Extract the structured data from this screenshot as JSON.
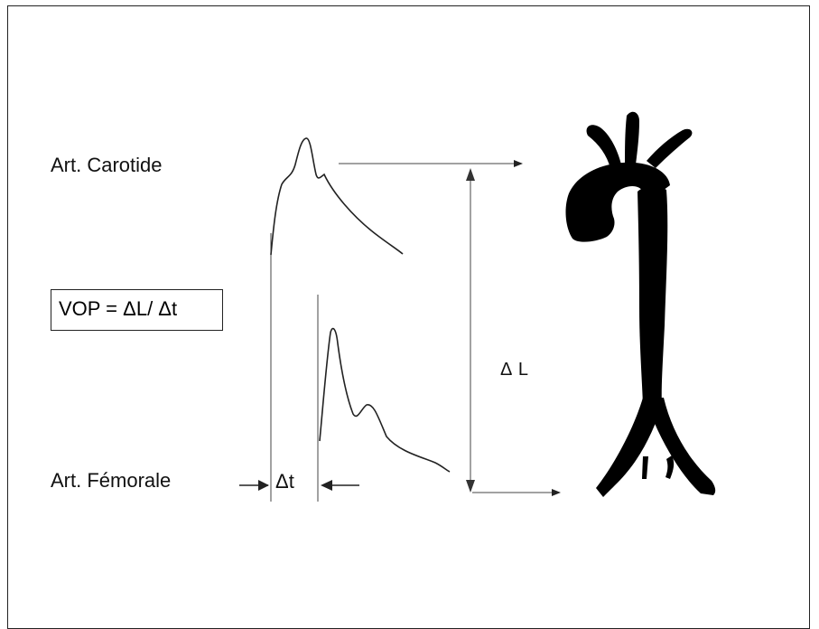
{
  "labels": {
    "carotid": "Art. Carotide",
    "femoral": "Art. Fémorale",
    "formula": "VOP = ΔL/ Δt",
    "delta_t": "Δt",
    "delta_l": "Δ L"
  },
  "colors": {
    "line": "#222222",
    "aorta": "#000000",
    "background": "#ffffff"
  }
}
